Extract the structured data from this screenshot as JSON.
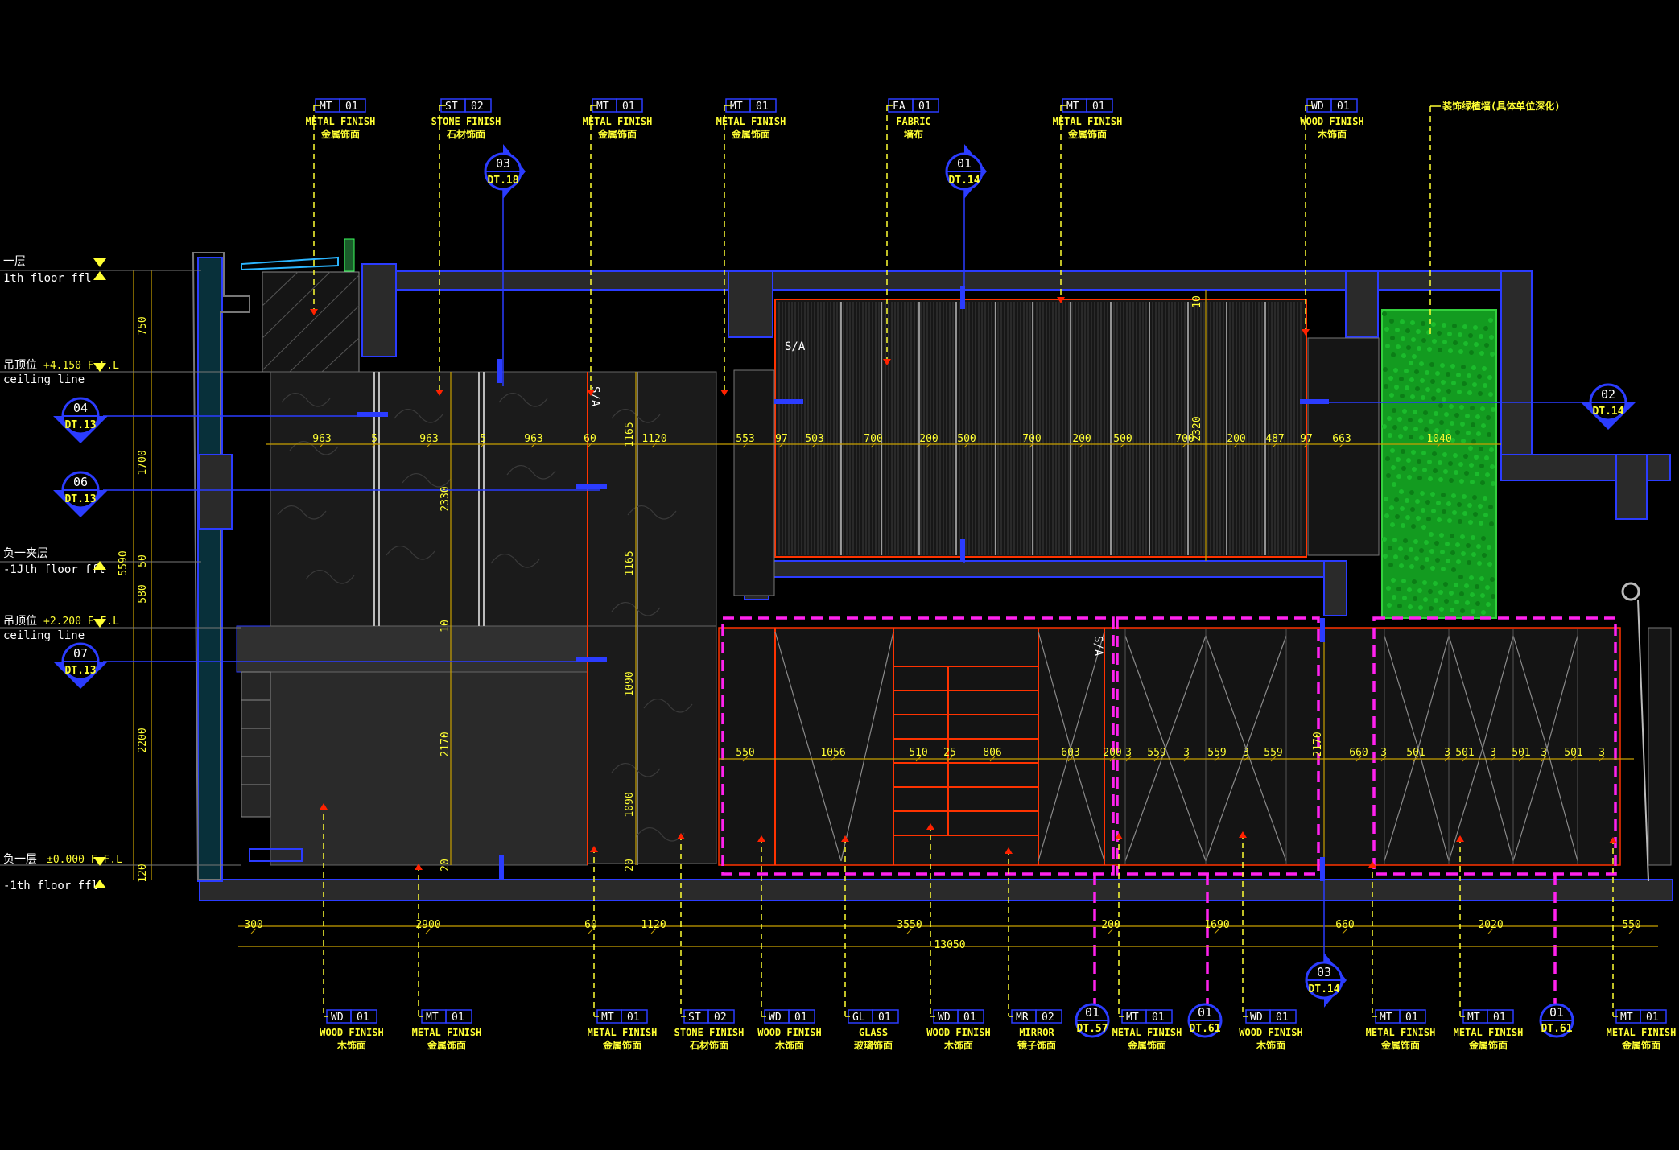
{
  "levels": {
    "l1_cn": "一层",
    "l1_en": "1th floor ffl",
    "c1_cn": "吊顶位",
    "c1_val": "+4.150 F.F.L",
    "c1_en": "ceiling line",
    "m1_cn": "负一夹层",
    "m1_en": "-1Jth floor ffl",
    "c2_cn": "吊顶位",
    "c2_val": "+2.200 F.F.L",
    "c2_en": "ceiling line",
    "b1_cn": "负一层",
    "b1_val": "±0.000 F.F.L",
    "b1_en": "-1th floor ffl"
  },
  "top_tags": [
    {
      "code": "MT",
      "num": "01",
      "en": "METAL FINISH",
      "cn": "金属饰面"
    },
    {
      "code": "ST",
      "num": "02",
      "en": "STONE FINISH",
      "cn": "石材饰面"
    },
    {
      "code": "MT",
      "num": "01",
      "en": "METAL FINISH",
      "cn": "金属饰面"
    },
    {
      "code": "MT",
      "num": "01",
      "en": "METAL FINISH",
      "cn": "金属饰面"
    },
    {
      "code": "FA",
      "num": "01",
      "en": "FABRIC",
      "cn": "墙布"
    },
    {
      "code": "MT",
      "num": "01",
      "en": "METAL FINISH",
      "cn": "金属饰面"
    },
    {
      "code": "WD",
      "num": "01",
      "en": "WOOD FINISH",
      "cn": "木饰面"
    }
  ],
  "green_wall_note": "装饰绿植墙(具体单位深化)",
  "bottom_tags": [
    {
      "code": "WD",
      "num": "01",
      "en": "WOOD FINISH",
      "cn": "木饰面"
    },
    {
      "code": "MT",
      "num": "01",
      "en": "METAL FINISH",
      "cn": "金属饰面"
    },
    {
      "code": "MT",
      "num": "01",
      "en": "METAL FINISH",
      "cn": "金属饰面"
    },
    {
      "code": "ST",
      "num": "02",
      "en": "STONE FINISH",
      "cn": "石材饰面"
    },
    {
      "code": "WD",
      "num": "01",
      "en": "WOOD FINISH",
      "cn": "木饰面"
    },
    {
      "code": "GL",
      "num": "01",
      "en": "GLASS",
      "cn": "玻璃饰面"
    },
    {
      "code": "WD",
      "num": "01",
      "en": "WOOD FINISH",
      "cn": "木饰面"
    },
    {
      "code": "MR",
      "num": "02",
      "en": "MIRROR",
      "cn": "镜子饰面"
    },
    {
      "code": "MT",
      "num": "01",
      "en": "METAL FINISH",
      "cn": "金属饰面"
    },
    {
      "code": "WD",
      "num": "01",
      "en": "WOOD FINISH",
      "cn": "木饰面"
    },
    {
      "code": "MT",
      "num": "01",
      "en": "METAL FINISH",
      "cn": "金属饰面"
    },
    {
      "code": "MT",
      "num": "01",
      "en": "METAL FINISH",
      "cn": "金属饰面"
    },
    {
      "code": "MT",
      "num": "01",
      "en": "METAL FINISH",
      "cn": "金属饰面"
    }
  ],
  "section_markers": {
    "s03_top": {
      "num": "03",
      "ref": "DT.18"
    },
    "s01_top": {
      "num": "01",
      "ref": "DT.14"
    },
    "s04": {
      "num": "04",
      "ref": "DT.13"
    },
    "s06": {
      "num": "06",
      "ref": "DT.13"
    },
    "s07": {
      "num": "07",
      "ref": "DT.13"
    },
    "s02": {
      "num": "02",
      "ref": "DT.14"
    },
    "s03_bot": {
      "num": "03",
      "ref": "DT.14"
    },
    "s01_a": {
      "num": "01",
      "ref": "DT.57"
    },
    "s01_b": {
      "num": "01",
      "ref": "DT.61"
    },
    "s01_c": {
      "num": "01",
      "ref": "DT.61"
    }
  },
  "sa_label": "S/A",
  "dims_upper": [
    "963",
    "5",
    "963",
    "5",
    "963",
    "60",
    "1120",
    "553",
    "97",
    "503",
    "700",
    "200",
    "500",
    "700",
    "200",
    "500",
    "700",
    "200",
    "487",
    "97",
    "663",
    "1040"
  ],
  "dims_lower": [
    "550",
    "1056",
    "510",
    "25",
    "806",
    "603",
    "200",
    "3",
    "559",
    "3",
    "559",
    "3",
    "559",
    "660",
    "3",
    "501",
    "3",
    "501",
    "3",
    "501",
    "3",
    "501",
    "3"
  ],
  "dims_bottom_row": [
    "300",
    "2900",
    "60",
    "1120",
    "3550",
    "200",
    "1690",
    "660",
    "2020",
    "550"
  ],
  "dims_total": "13050",
  "dims_left": [
    "750",
    "1700",
    "50",
    "580",
    "2200",
    "120",
    "5590"
  ],
  "dims_vertical": [
    "2330",
    "2170",
    "1165",
    "1165",
    "1090",
    "1090",
    "2170",
    "10",
    "20",
    "20",
    "10",
    "2320"
  ]
}
